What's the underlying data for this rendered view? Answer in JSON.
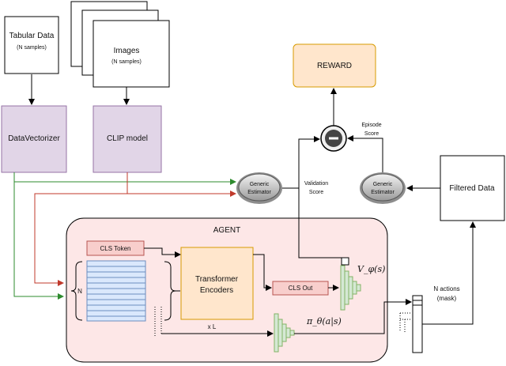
{
  "tabular": {
    "title": "Tabular Data",
    "sub": "(N samples)"
  },
  "images": {
    "title": "Images",
    "sub": "(N samples)"
  },
  "vectorizer": {
    "label": "DataVectorizer"
  },
  "clip": {
    "label": "CLIP model"
  },
  "reward": {
    "label": "REWARD"
  },
  "episode_score": {
    "line1": "Episode",
    "line2": "Score"
  },
  "validation_score": {
    "line1": "Validation",
    "line2": "Score"
  },
  "estimator_left": {
    "line1": "Generic",
    "line2": "Estimator"
  },
  "estimator_right": {
    "line1": "Generic",
    "line2": "Estimator"
  },
  "filtered": {
    "label": "Filtered Data"
  },
  "agent": {
    "title": "AGENT"
  },
  "cls_token": {
    "label": "CLS Token"
  },
  "transformer": {
    "line1": "Transformer",
    "line2": "Encoders"
  },
  "cls_out": {
    "label": "CLS Out"
  },
  "n_label": "N",
  "xl_label": "x L",
  "value_label": "V_φ(s)",
  "policy_label": "π_θ(a|s)",
  "actions": {
    "line1": "N actions",
    "line2": "(mask)"
  },
  "colors": {
    "purple": "#e1d5e7",
    "purple_border": "#9673a6",
    "orange": "#ffe6cc",
    "orange_border": "#d79b00",
    "pink": "#f8cecc",
    "pink_border": "#b85450",
    "agent_bg": "#fde7e7",
    "green": "#d5e8d4",
    "green_border": "#82b366",
    "blue": "#dae8fc",
    "blue_border": "#6c8ebf",
    "green_arrow": "#2e8b2e",
    "red_arrow": "#c0392b"
  }
}
